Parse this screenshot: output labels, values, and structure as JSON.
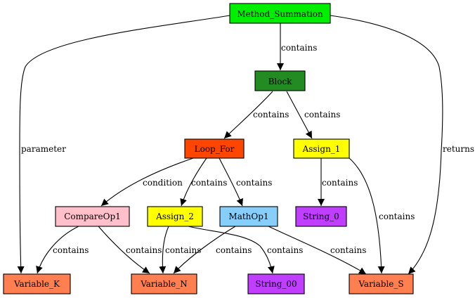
{
  "nodes": {
    "method_summation": {
      "label": "Method_Summation",
      "color": "#00ee00"
    },
    "block": {
      "label": "Block",
      "color": "#228b22"
    },
    "loop_for": {
      "label": "Loop_For",
      "color": "#ff4500"
    },
    "assign_1": {
      "label": "Assign_1",
      "color": "#ffff00"
    },
    "compare_op1": {
      "label": "CompareOp1",
      "color": "#ffc0cb"
    },
    "assign_2": {
      "label": "Assign_2",
      "color": "#ffff00"
    },
    "math_op1": {
      "label": "MathOp1",
      "color": "#87cefa"
    },
    "string_0": {
      "label": "String_0",
      "color": "#bf3eff"
    },
    "variable_k": {
      "label": "Variable_K",
      "color": "#ff7f50"
    },
    "variable_n": {
      "label": "Variable_N",
      "color": "#ff7f50"
    },
    "string_00": {
      "label": "String_00",
      "color": "#bf3eff"
    },
    "variable_s": {
      "label": "Variable_S",
      "color": "#ff7f50"
    }
  },
  "edges": {
    "method_block": "contains",
    "method_var_k": "parameter",
    "method_var_s": "returns",
    "block_loop": "contains",
    "block_assign1": "contains",
    "loop_compare": "condition",
    "loop_assign2": "contains",
    "loop_mathop": "contains",
    "assign1_string0": "contains",
    "assign1_var_s": "contains",
    "compare_var_k": "contains",
    "compare_var_n": "contains",
    "assign2_var_n": "contains",
    "assign2_string00": "contains",
    "mathop_var_n": "contains",
    "mathop_var_s": "contains"
  }
}
